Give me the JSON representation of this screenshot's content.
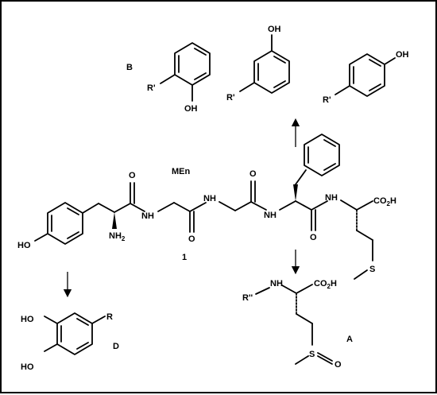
{
  "labels": {
    "B": "B",
    "MEn": "MEn",
    "compound_number": "1",
    "A": "A",
    "D": "D",
    "R": "R",
    "R_prime": "R'",
    "R_double_prime": "R''",
    "OH": "OH",
    "HO": "HO",
    "NH": "NH",
    "NH2": "NH",
    "NH2_sub": "2",
    "CO2H": "CO",
    "CO2H_sub": "2",
    "CO2H_end": "H",
    "O": "O",
    "S": "S"
  }
}
